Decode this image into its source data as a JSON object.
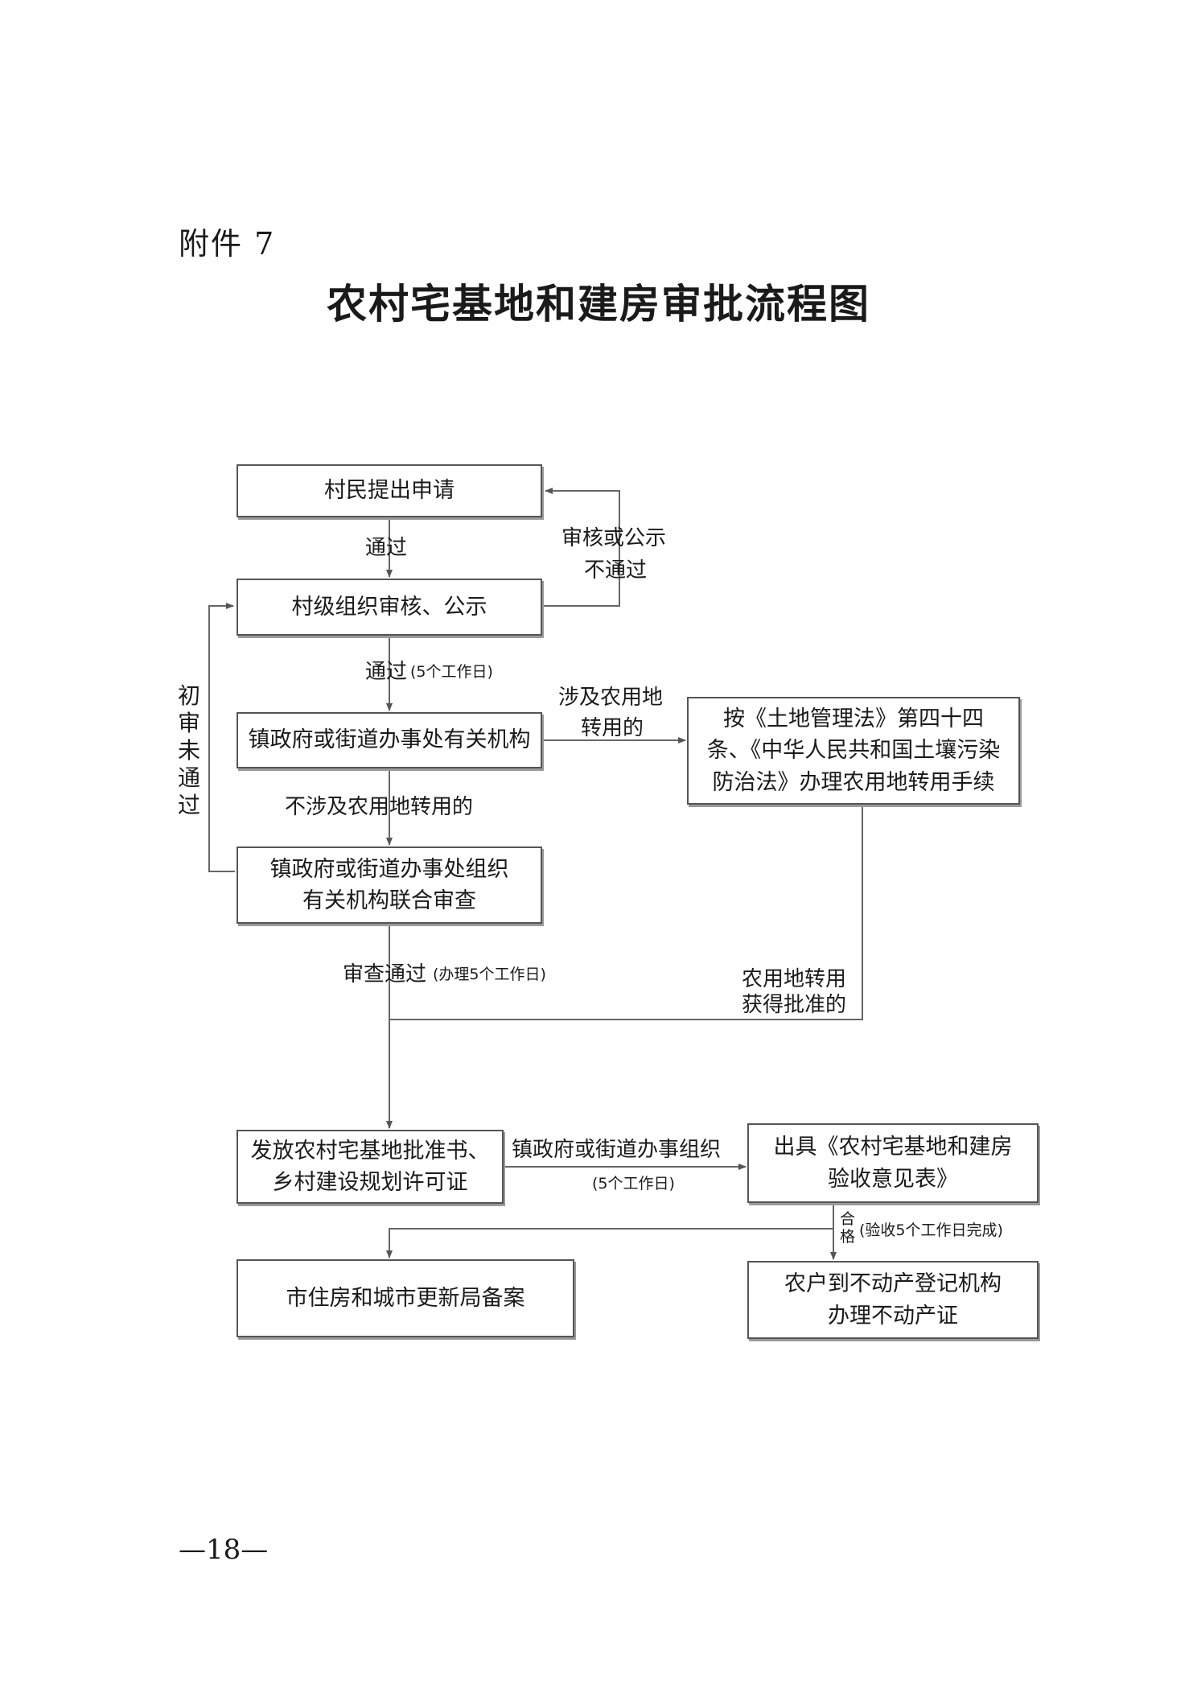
{
  "header": {
    "attachment": "附件 7",
    "title": "农村宅基地和建房审批流程图"
  },
  "boxes": {
    "apply": [
      "村民提出申请"
    ],
    "village_review": [
      "村级组织审核、公示"
    ],
    "town_agency": [
      "镇政府或街道办事处有关机构"
    ],
    "land_law": [
      "按《土地管理法》第四十四",
      "条、《中华人民共和国土壤污染",
      "防治法》办理农用地转用手续"
    ],
    "joint_review": [
      "镇政府或街道办事处组织",
      "有关机构联合审查"
    ],
    "issue_permit": [
      "发放农村宅基地批准书、",
      "乡村建设规划许可证"
    ],
    "acceptance_form": [
      "出具《农村宅基地和建房",
      "验收意见表》"
    ],
    "city_bureau": [
      "市住房和城市更新局备案"
    ],
    "property_cert": [
      "农户到不动产登记机构",
      "办理不动产证"
    ]
  },
  "labels": {
    "pass1": "通过",
    "fail_review": [
      "审核或公示",
      "不通过"
    ],
    "pass2": "通过",
    "pass2_days": "(5个工作日)",
    "involves_conversion": [
      "涉及农用地",
      "转用的"
    ],
    "not_involves_conversion": "不涉及农用地转用的",
    "initial_fail": [
      "初",
      "审",
      "未",
      "通",
      "过"
    ],
    "review_pass": "审查通过",
    "review_pass_days": "(办理5个工作日)",
    "conversion_approved": [
      "农用地转用",
      "获得批准的"
    ],
    "town_organize": "镇政府或街道办事组织",
    "town_organize_days": "(5个工作日)",
    "qualified": [
      "合",
      "格"
    ],
    "qualified_days": "(验收5个工作日完成)"
  },
  "footer": {
    "page_number": "—18—"
  }
}
